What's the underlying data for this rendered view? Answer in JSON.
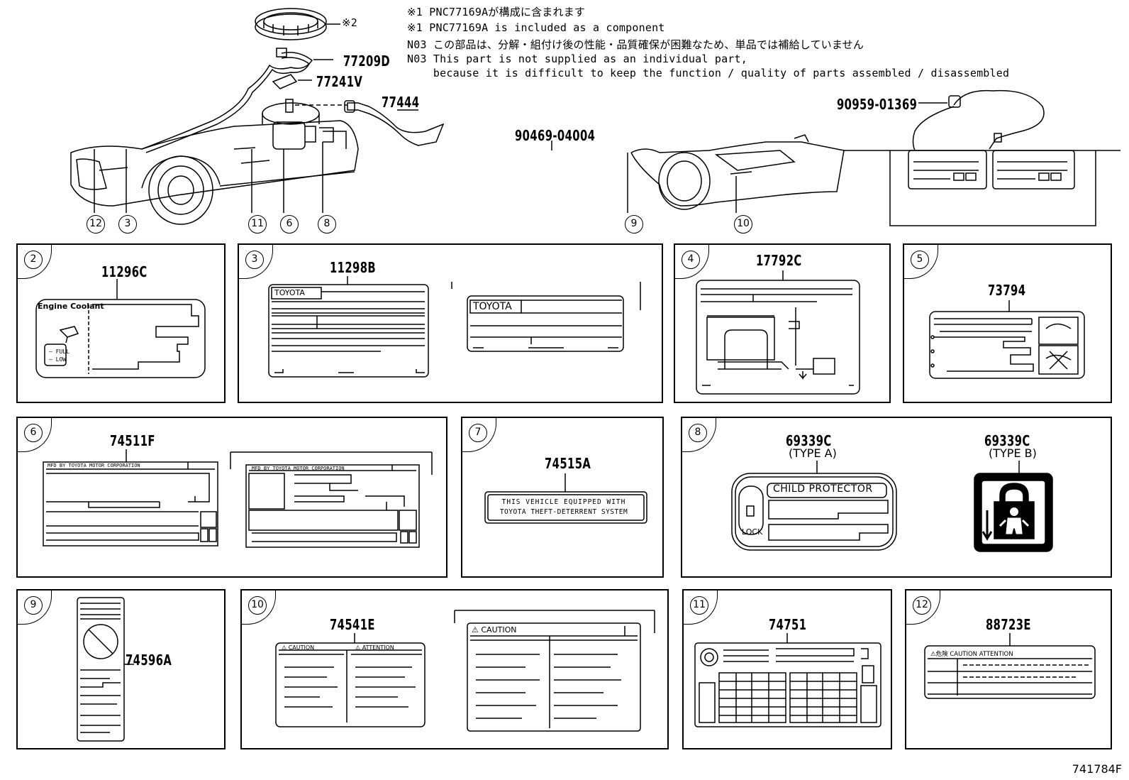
{
  "notes": [
    "※1 PNC77169Aが構成に含まれます",
    "※1 PNC77169A is included as a component",
    "N03 この部品は、分解・組付け後の性能・品質確保が困難なため、単品では補給していません",
    "N03 This part is not supplied as an individual part,",
    "    because it is difficult to keep the function / quality of parts assembled / disassembled"
  ],
  "top_parts": {
    "mark2": "※2",
    "p77209D": "77209D",
    "p77241V": "77241V",
    "p77444": "77444",
    "p90469": "90469-04004",
    "p90959": "90959-01369"
  },
  "callouts": [
    "12",
    "3",
    "11",
    "6",
    "8",
    "9",
    "10"
  ],
  "panels": {
    "p2": {
      "num": "2",
      "part": "11296C",
      "label_text": "Engine Coolant",
      "full": "— FULL",
      "low": "— LOW"
    },
    "p3": {
      "num": "3",
      "part": "11298B",
      "brand1": "TOYOTA",
      "brand2": "TOYOTA"
    },
    "p4": {
      "num": "4",
      "part": "17792C"
    },
    "p5": {
      "num": "5",
      "part": "73794"
    },
    "p6": {
      "num": "6",
      "part": "74511F",
      "mfd1": "MFD BY TOYOTA MOTOR CORPORATION",
      "mfd2": "MFD BY TOYOTA MOTOR CORPORATION"
    },
    "p7": {
      "num": "7",
      "part": "74515A",
      "line1": "THIS VEHICLE EQUIPPED WITH",
      "line2": "TOYOTA THEFT-DETERRENT SYSTEM"
    },
    "p8": {
      "num": "8",
      "partA": "69339C",
      "typeA": "(TYPE A)",
      "partB": "69339C",
      "typeB": "(TYPE B)",
      "child": "CHILD PROTECTOR",
      "lock": "LOCK"
    },
    "p9": {
      "num": "9",
      "part": "74596A"
    },
    "p10": {
      "num": "10",
      "part": "74541E",
      "caution1": "⚠ CAUTION",
      "attention1": "⚠ ATTENTION",
      "caution2": "⚠ CAUTION"
    },
    "p11": {
      "num": "11",
      "part": "74751"
    },
    "p12": {
      "num": "12",
      "part": "88723E",
      "header": "⚠危険  CAUTION  ATTENTION"
    }
  },
  "footer": "741784F"
}
